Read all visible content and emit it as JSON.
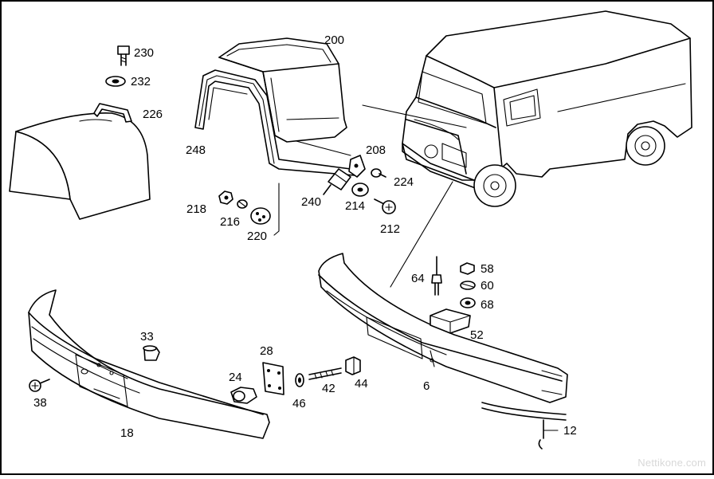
{
  "watermark": "Nettikone.com",
  "labels": {
    "p230": "230",
    "p232": "232",
    "p226": "226",
    "p200": "200",
    "p248": "248",
    "p208": "208",
    "p224": "224",
    "p240": "240",
    "p214": "214",
    "p212": "212",
    "p218": "218",
    "p216": "216",
    "p220": "220",
    "p64": "64",
    "p58": "58",
    "p60": "60",
    "p68": "68",
    "p52": "52",
    "p33": "33",
    "p28": "28",
    "p24": "24",
    "p42": "42",
    "p44": "44",
    "p46": "46",
    "p38": "38",
    "p18": "18",
    "p6": "6",
    "p12": "12"
  }
}
